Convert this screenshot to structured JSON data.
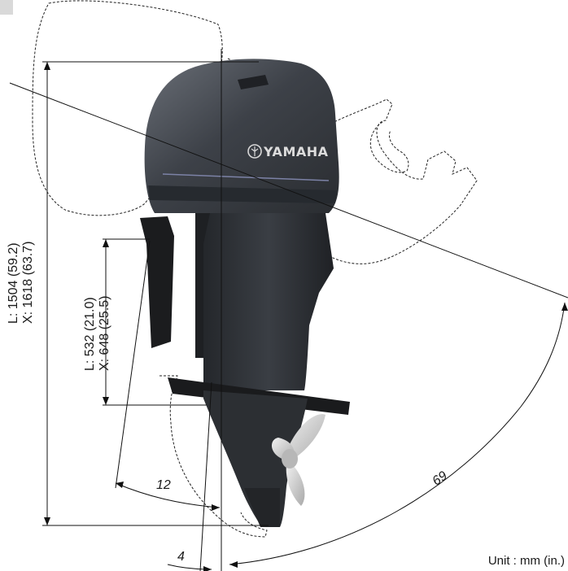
{
  "diagram": {
    "brand_logo": "YAMAHA",
    "dimensions": {
      "overall_height": {
        "line1": "L: 1504 (59.2)",
        "line2": "X: 1618 (63.7)"
      },
      "transom_height": {
        "line1": "L: 532 (21.0)",
        "line2": "X: 648 (25.5)"
      },
      "trim_angle": "12",
      "tilt_angle": "69",
      "offset_angle": "4"
    },
    "unit_label": "Unit : mm (in.)",
    "colors": {
      "cowling": "#3d4148",
      "cowling_highlight": "#5b6068",
      "body": "#2f3237",
      "propeller": "#d8d8d8",
      "line": "#111111"
    },
    "icons": {
      "logo": "yamaha-tuning-fork-logo"
    }
  }
}
